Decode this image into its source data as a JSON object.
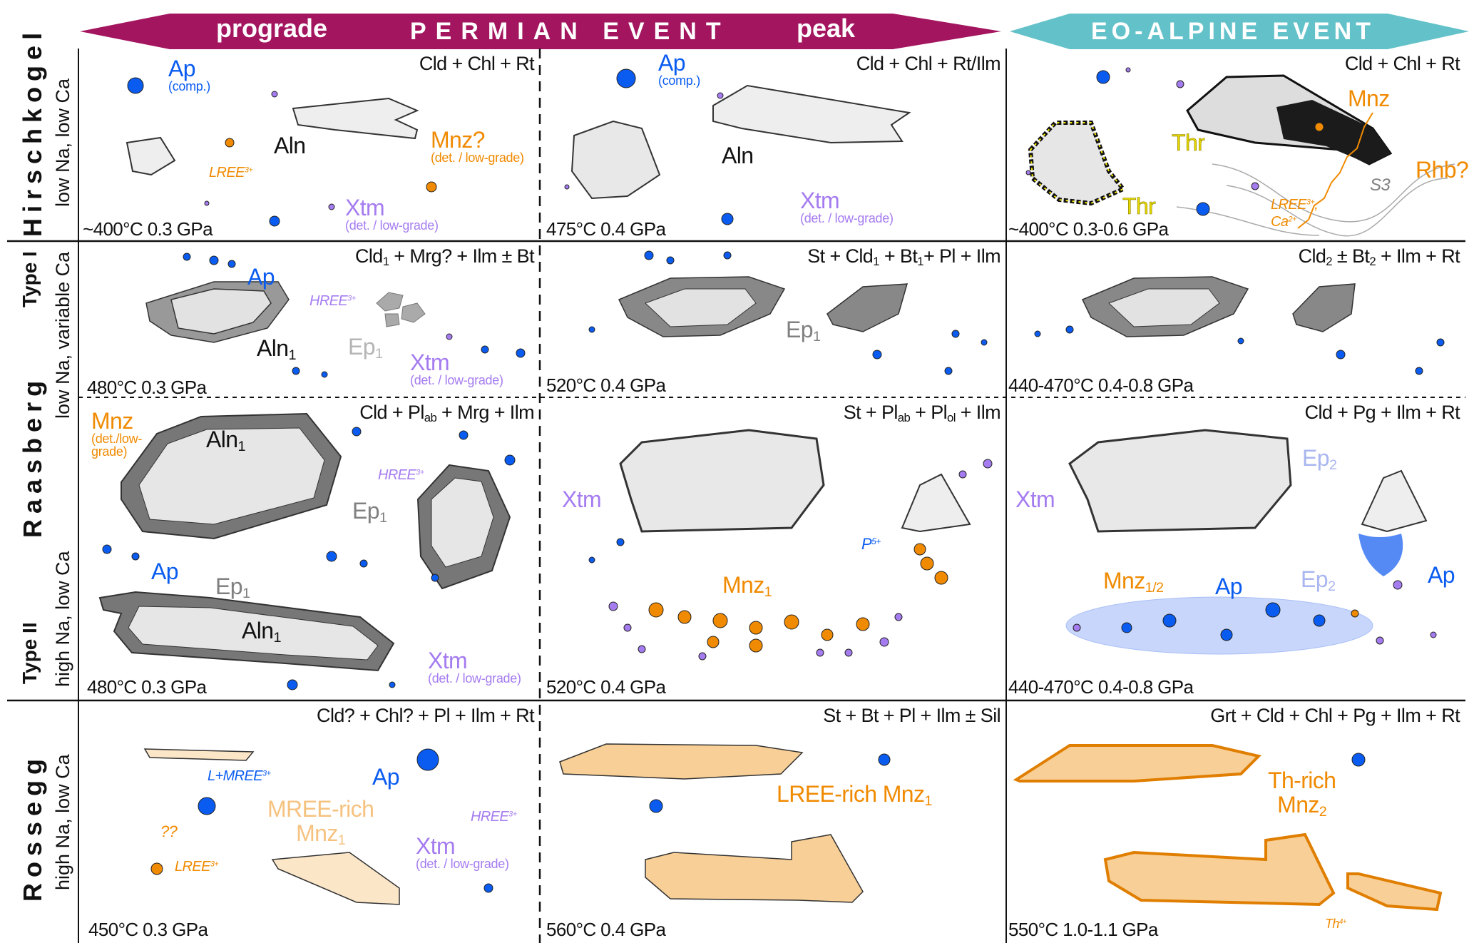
{
  "colors": {
    "permian": "#a3155f",
    "eoalpine": "#63c2c9",
    "apatite": "#0a5cf0",
    "monazite": "#f08a00",
    "xenotime": "#a57cf0",
    "thorite": "#f2e600"
  },
  "header": {
    "prograde": "prograde",
    "permian": "PERMIAN EVENT",
    "peak": "peak",
    "eoalpine": "EO-ALPINE EVENT"
  },
  "rows": {
    "hirschkogel": {
      "site": "Hirschkogel",
      "chem": "low Na, low Ca"
    },
    "raasberg": {
      "site": "Raasberg",
      "type1": "Type I",
      "chem1": "low Na, variable Ca",
      "type2": "Type II",
      "chem2": "high Na, low Ca"
    },
    "rossegg": {
      "site": "Rossegg",
      "chem": "high Na, low Ca"
    }
  },
  "panels": [
    {
      "assemblage": [
        {
          "text": "Cld + Chl + Rt"
        }
      ],
      "pt": "~400°C  0.3 GPa",
      "labels": {
        "ap": "Ap",
        "ap_note": "(comp.)",
        "lree": {
          "text": "LREE",
          "sup": "3+"
        },
        "aln": "Aln",
        "mnz": "Mnz?",
        "mnz_note": "(det. / low-grade)",
        "xtm": "Xtm",
        "xtm_note": "(det. / low-grade)"
      }
    },
    {
      "assemblage": [
        {
          "text": "Cld + Chl + Rt/Ilm"
        }
      ],
      "pt": "475°C  0.4 GPa",
      "labels": {
        "ap": "Ap",
        "ap_note": "(comp.)",
        "aln": "Aln",
        "xtm": "Xtm",
        "xtm_note": "(det. / low-grade)"
      }
    },
    {
      "assemblage": [
        {
          "text": "Cld + Chl + Rt"
        }
      ],
      "pt": "~400°C  0.3-0.6 GPa",
      "labels": {
        "mnz": "Mnz",
        "thr1": "Thr",
        "thr2": "Thr",
        "rhb": "Rhb?",
        "s3": "S3",
        "lree": {
          "text": "LREE",
          "sup": "3+",
          "after": ","
        },
        "ca": {
          "text": "Ca",
          "sup": "2+"
        }
      }
    },
    {
      "assemblage": [
        {
          "text": "Cld",
          "sub": "1"
        },
        {
          "text": " + Mrg? + Ilm ± Bt"
        }
      ],
      "pt": "480°C  0.3 GPa",
      "labels": {
        "ap": "Ap",
        "hree": {
          "text": "HREE",
          "sup": "3+"
        },
        "aln": {
          "text": "Aln",
          "sub": "1"
        },
        "ep": {
          "text": "Ep",
          "sub": "1"
        },
        "xtm": "Xtm",
        "xtm_note": "(det. / low-grade)"
      }
    },
    {
      "assemblage": [
        {
          "text": "St + Cld",
          "sub": "1"
        },
        {
          "text": " + Bt",
          "sub": "1"
        },
        {
          "text": "+ Pl + Ilm"
        }
      ],
      "pt": "520°C  0.4 GPa",
      "labels": {
        "ep": {
          "text": "Ep",
          "sub": "1"
        }
      }
    },
    {
      "assemblage": [
        {
          "text": "Cld",
          "sub": "2"
        },
        {
          "text": " ± Bt",
          "sub": "2"
        },
        {
          "text": " + Ilm + Rt"
        }
      ],
      "pt": "440-470°C  0.4-0.8 GPa",
      "labels": {}
    },
    {
      "assemblage": [
        {
          "text": "Cld + Pl",
          "sub": "ab"
        },
        {
          "text": " + Mrg + Ilm"
        }
      ],
      "pt": "480°C  0.3 GPa",
      "labels": {
        "mnz": "Mnz",
        "mnz_note": "(det./low-grade)",
        "aln1": {
          "text": "Aln",
          "sub": "1"
        },
        "ep1": {
          "text": "Ep",
          "sub": "1"
        },
        "hree": {
          "text": "HREE",
          "sup": "3+"
        },
        "ap": "Ap",
        "ep2": {
          "text": "Ep",
          "sub": "1"
        },
        "aln2": {
          "text": "Aln",
          "sub": "1"
        },
        "xtm": "Xtm",
        "xtm_note": "(det. / low-grade)"
      }
    },
    {
      "assemblage": [
        {
          "text": "St + Pl",
          "sub": "ab"
        },
        {
          "text": " + Pl",
          "sub": "ol"
        },
        {
          "text": " + Ilm"
        }
      ],
      "pt": "520°C  0.4 GPa",
      "labels": {
        "xtm": "Xtm",
        "p": {
          "text": "P",
          "sup": "5+"
        },
        "mnz": {
          "text": "Mnz",
          "sub": "1"
        }
      }
    },
    {
      "assemblage": [
        {
          "text": "Cld + Pg + Ilm + Rt"
        }
      ],
      "pt": "440-470°C  0.4-0.8 GPa",
      "labels": {
        "xtm": "Xtm",
        "ep1": {
          "text": "Ep",
          "sub": "2"
        },
        "ap1": "Ap",
        "ep2": {
          "text": "Ep",
          "sub": "2"
        },
        "mnz": {
          "text": "Mnz",
          "sub": "1/2"
        },
        "ap2": "Ap"
      }
    },
    {
      "assemblage": [
        {
          "text": "Cld? + Chl? + Pl + Ilm + Rt"
        }
      ],
      "pt": "450°C  0.3 GPa",
      "labels": {
        "lmree": {
          "text": "L+MREE",
          "sup": "3+"
        },
        "ap": "Ap",
        "mnz_a": "MREE-rich",
        "mnz_b": {
          "text": "Mnz",
          "sub": "1"
        },
        "qq": "??",
        "lree": {
          "text": "LREE",
          "sup": "3+"
        },
        "hree": {
          "text": "HREE",
          "sup": "3+"
        },
        "xtm": "Xtm",
        "xtm_note": "(det. / low-grade)"
      }
    },
    {
      "assemblage": [
        {
          "text": "St + Bt + Pl + Ilm ± Sil"
        }
      ],
      "pt": "560°C  0.4 GPa",
      "labels": {
        "mnz": {
          "text": "LREE-rich Mnz",
          "sub": "1"
        }
      }
    },
    {
      "assemblage": [
        {
          "text": "Grt + Cld + Chl + Pg + Ilm + Rt"
        }
      ],
      "pt": "550°C  1.0-1.1 GPa",
      "labels": {
        "mnz_a": "Th-rich",
        "mnz_b": {
          "text": "Mnz",
          "sub": "2"
        },
        "th": {
          "text": "Th",
          "sup": "4+"
        }
      }
    }
  ]
}
